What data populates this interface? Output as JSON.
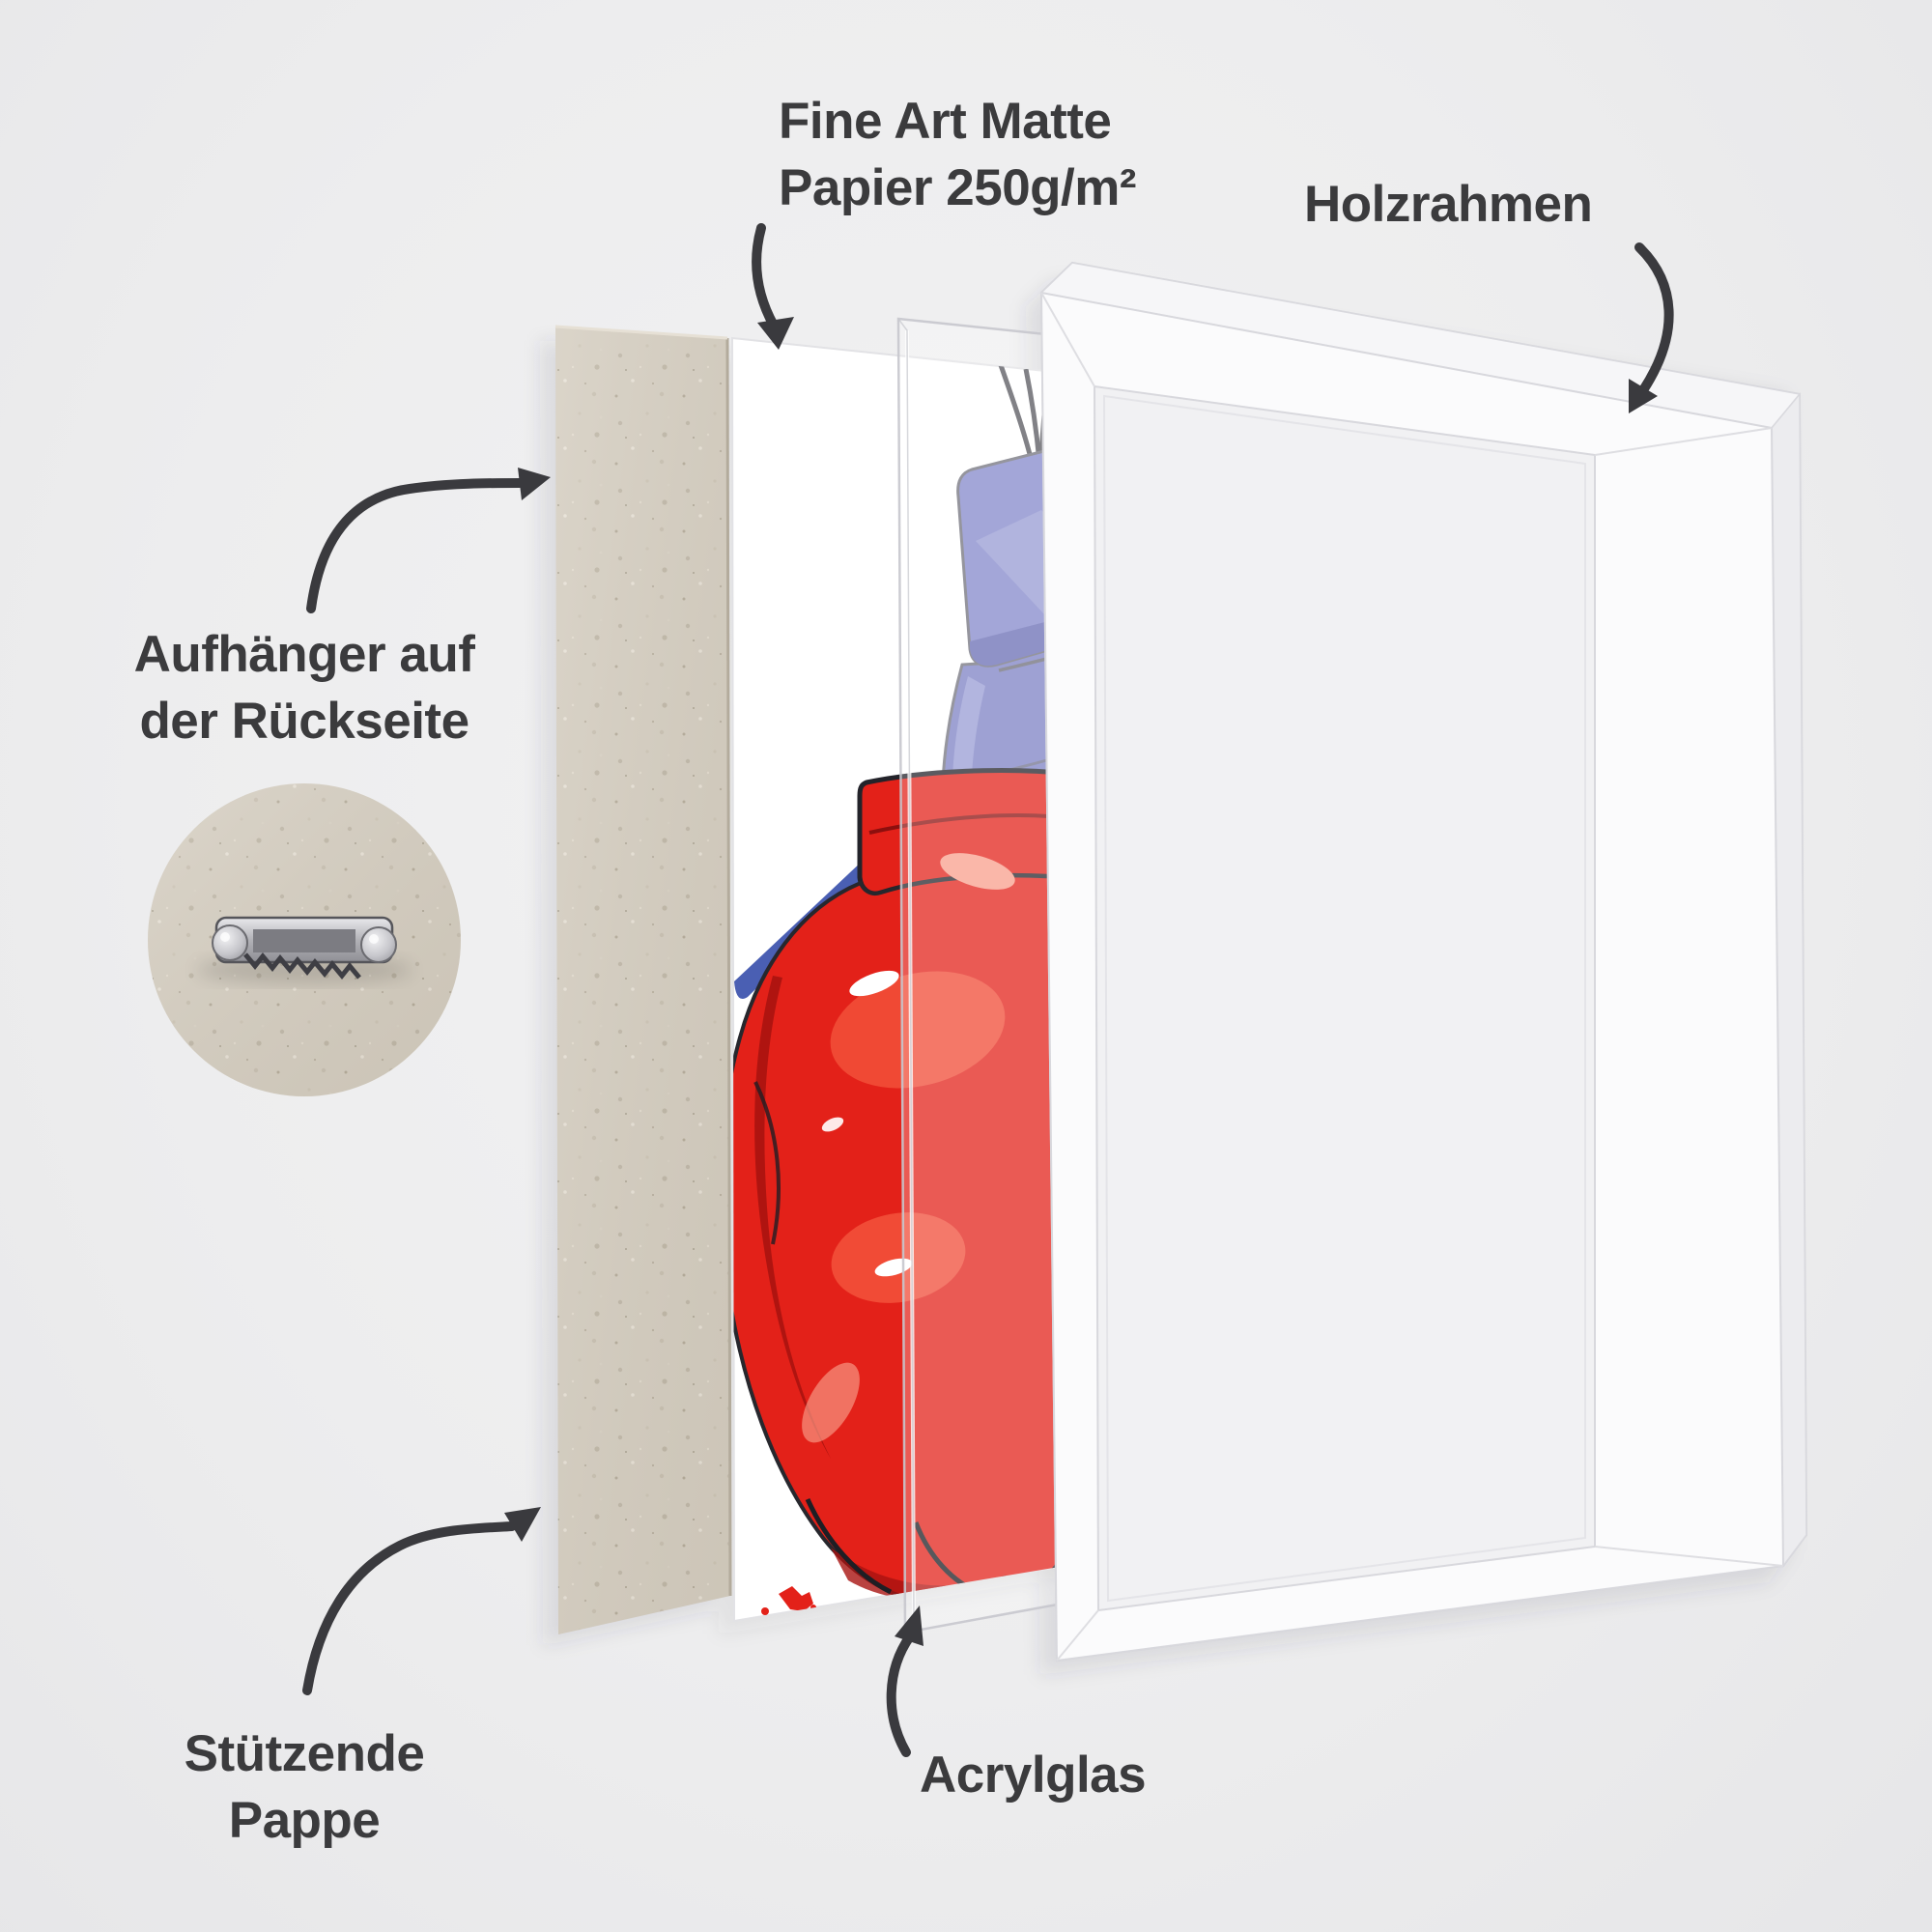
{
  "labels": {
    "paper_line1": "Fine Art Matte",
    "paper_line2": "Papier 250g/m²",
    "frame": "Holzrahmen",
    "hanger_line1": "Aufhänger auf",
    "hanger_line2": "der Rückseite",
    "cardboard_line1": "Stützende",
    "cardboard_line2": "Pappe",
    "acrylic": "Acrylglas"
  },
  "colors": {
    "background": "#ededee",
    "label_text": "#3b3b3d",
    "arrow": "#3a3a3e",
    "cardboard": "#d5cec1",
    "cardboard_speck_dark": "#c0b8a9",
    "cardboard_speck_light": "#e8e2d7",
    "paper": "#ffffff",
    "glove_red": "#e32119",
    "glove_red_dark": "#a81310",
    "glove_red_light": "#f2503a",
    "glove_red_soft": "#f99e8b",
    "glove_blue": "#7d81c4",
    "glove_blue_cuff": "#8488cb",
    "glove_blue_dark": "#5d61a9",
    "glove_blue_deep": "#4c5192",
    "glove_blue_light": "#9b9ed6",
    "gleam": "#dbe5f8",
    "streak_indigo": "#4a5fb3",
    "streak_periwinkle": "#8a90cc",
    "streak_salmon": "#e8846c",
    "splatter_teal": "#3b7ba6",
    "string_gray": "#56565c",
    "frame_front": "#fbfbfc",
    "frame_top": "#f6f6f8",
    "frame_side": "#ececef",
    "frame_silhouette": "#f1f1f3",
    "frame_edge": "#d6d6db",
    "acrylic_edge": "#c6c7cd",
    "washed_red": "#d8625c",
    "metal_dark": "#55555a"
  }
}
